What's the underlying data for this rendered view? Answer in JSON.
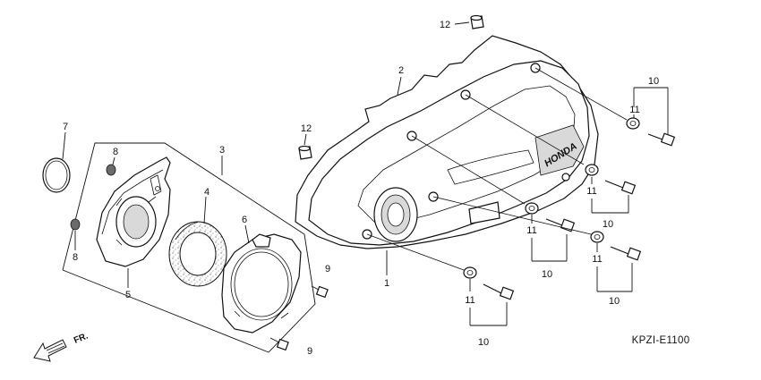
{
  "diagram": {
    "code": "KPZI-E1100",
    "direction_label": "FR.",
    "logo_text": "HONDA",
    "callouts": {
      "c1": "1",
      "c2": "2",
      "c3": "3",
      "c4": "4",
      "c5": "5",
      "c6": "6",
      "c7": "7",
      "c8a": "8",
      "c8b": "8",
      "c9a": "9",
      "c9b": "9",
      "c10a": "10",
      "c10b": "10",
      "c10c": "10",
      "c10d": "10",
      "c10e": "10",
      "c11a": "11",
      "c11b": "11",
      "c11c": "11",
      "c11d": "11",
      "c11e": "11",
      "c12a": "12",
      "c12b": "12"
    }
  }
}
